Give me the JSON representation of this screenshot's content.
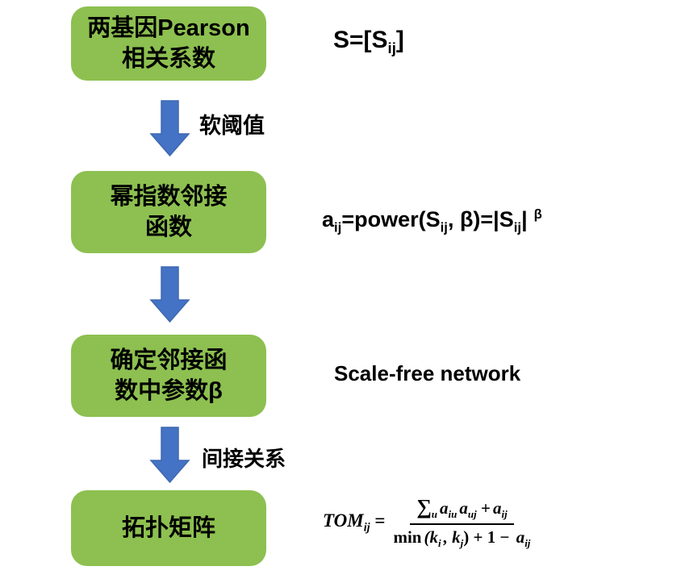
{
  "diagram": {
    "boxes": [
      {
        "lines": [
          "两基因Pearson",
          "相关系数"
        ]
      },
      {
        "lines": [
          "幂指数邻接",
          "函数"
        ]
      },
      {
        "lines": [
          "确定邻接函",
          "数中参数β"
        ]
      },
      {
        "lines": [
          "拓扑矩阵"
        ]
      }
    ],
    "arrow_labels": {
      "arrow1": "软阈值",
      "arrow3": "间接关系"
    }
  },
  "formulas": {
    "f1": {
      "t1": "S=[S",
      "sub1": "ij",
      "t2": "]"
    },
    "f2": {
      "t1": "a",
      "sub1": "ij",
      "t2": "=power(S",
      "sub2": "ij",
      "t3": ", β)=|S",
      "sub3": "ij",
      "t4": "|",
      "sup1": "β"
    },
    "f3": {
      "text": "Scale-free network"
    },
    "f4": {
      "lhs": "TOM",
      "lhs_sub": "ij",
      "eq": "=",
      "sum": "∑",
      "sum_sub": "u",
      "num1": "a",
      "num1_sub": "iu",
      "num2": "a",
      "num2_sub": "uj",
      "num_plus": "+",
      "num3": "a",
      "num3_sub": "ij",
      "den_min": "min",
      "den1": "(k",
      "den1_sub": "i",
      "den2": ", k",
      "den2_sub": "j",
      "den3": ") + 1 −",
      "den4": " a",
      "den4_sub": "ij"
    }
  },
  "colors": {
    "box_fill": "#8DC050",
    "arrow_fill": "#4472C4",
    "arrow_stroke": "#3E68B0",
    "text": "#000000",
    "background": "#FFFFFF"
  }
}
